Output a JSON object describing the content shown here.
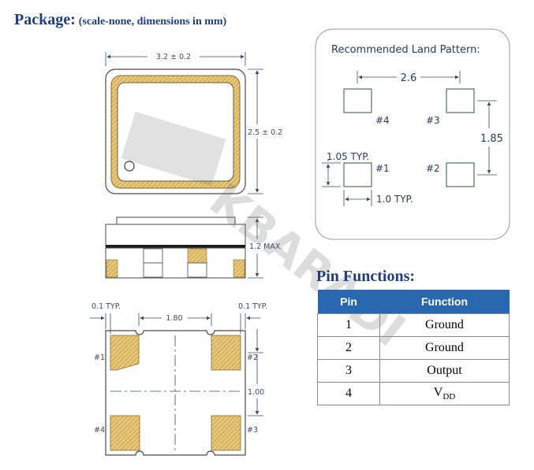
{
  "package_heading": {
    "title": "Package:",
    "subtitle": "(scale-none, dimensions in mm)"
  },
  "top_view": {
    "width_dim": "3.2 ± 0.2",
    "height_dim": "2.5 ± 0.2"
  },
  "side_view": {
    "height_dim": "1.2 MAX."
  },
  "bottom_view": {
    "left_offset": "0.1  TYP.",
    "right_offset": "0.1  TYP.",
    "pitch_x": "1.80",
    "pitch_y": "1.00",
    "pad_labels": [
      "#1",
      "#2",
      "#3",
      "#4"
    ]
  },
  "land_pattern": {
    "title": "Recommended Land Pattern:",
    "spacing_x": "2.6",
    "spacing_y": "1.85",
    "pad_height": "1.05  TYP.",
    "pad_width": "1.0  TYP.",
    "pad_labels": [
      "#1",
      "#2",
      "#3",
      "#4"
    ]
  },
  "watermark": "KBARADI",
  "pin_functions": {
    "heading": "Pin Functions:",
    "columns": [
      "Pin",
      "Function"
    ],
    "rows": [
      {
        "pin": "1",
        "function": "Ground",
        "sub": ""
      },
      {
        "pin": "2",
        "function": "Ground",
        "sub": ""
      },
      {
        "pin": "3",
        "function": "Output",
        "sub": ""
      },
      {
        "pin": "4",
        "function": "V",
        "sub": "DD"
      }
    ]
  },
  "colors": {
    "heading": "#1f3f7a",
    "table_header": "#2a67b1",
    "pad_gold": "#d9b25a",
    "line": "#3a4a6a"
  }
}
